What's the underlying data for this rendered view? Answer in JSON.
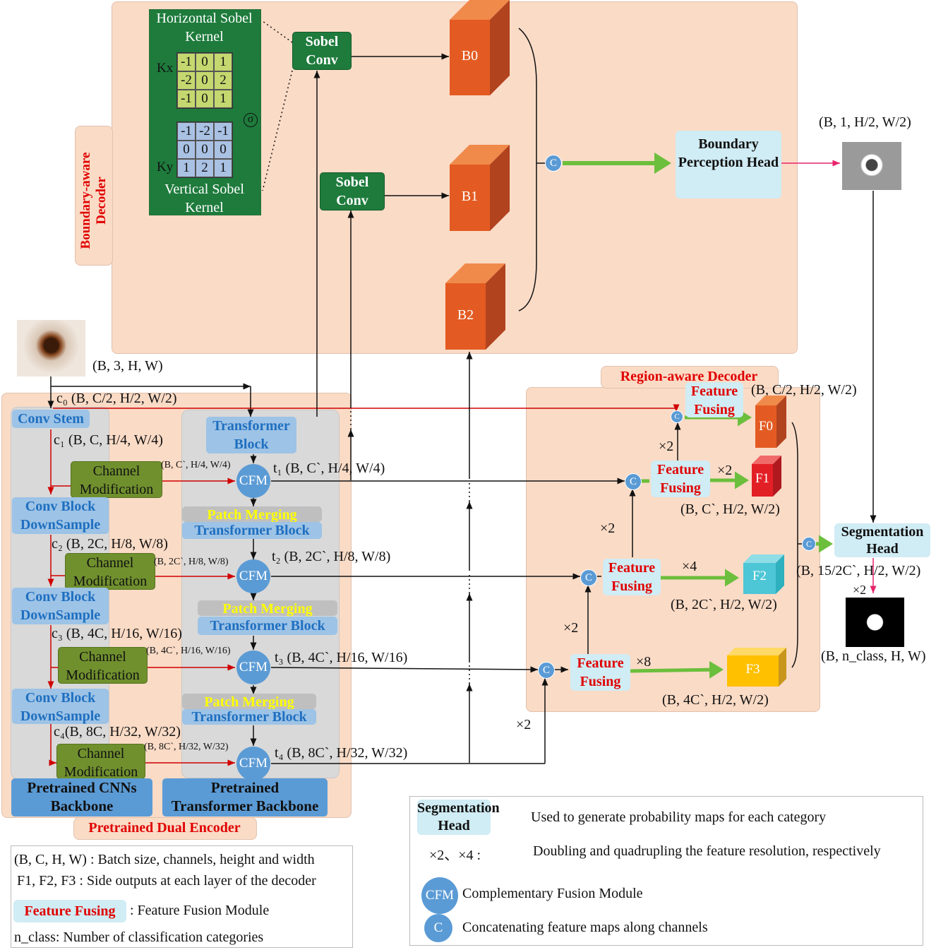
{
  "boundary_decoder": {
    "title": "Boundary-aware Decoder",
    "horizontal_kernel_title": "Horizontal Sobel Kernel",
    "vertical_kernel_title": "Vertical Sobel Kernel",
    "kx_label": "Kx",
    "ky_label": "Ky",
    "sigma_label": "σ",
    "kx_values": [
      "-1",
      "0",
      "1",
      "-2",
      "0",
      "2",
      "-1",
      "0",
      "1"
    ],
    "ky_values": [
      "-1",
      "-2",
      "-1",
      "0",
      "0",
      "0",
      "1",
      "2",
      "1"
    ],
    "sobel_conv_1": "Sobel Conv",
    "sobel_conv_2": "Sobel Conv",
    "b0": "B0",
    "b1": "B1",
    "b2": "B2",
    "concat": "C",
    "head": "Boundary Perception Head",
    "output_shape": "(B, 1, H/2, W/2)"
  },
  "input": {
    "shape": "(B, 3, H, W)"
  },
  "encoder": {
    "title": "Pretrained Dual Encoder",
    "c0": "c₀ (B, C/2, H/2, W/2)",
    "c1": "c₁ (B, C, H/4, W/4)",
    "c2": "c₂ (B, 2C, H/8, W/8)",
    "c3": "c₃ (B, 4C, H/16, W/16)",
    "c4": "c₄(B, 8C, H/32, W/32)",
    "conv_stem": "Conv Stem",
    "conv_block": "Conv Block",
    "downsample": "DownSample",
    "channel_mod_1": "Channel",
    "channel_mod_2": "Modification",
    "cm_shapes": [
      "(B, C`, H/4, W/4)",
      "(B, 2C`, H/8, W/8)",
      "(B, 4C`, H/16, W/16)",
      "(B, 8C`, H/32, W/32)"
    ],
    "t_shapes": [
      "t₁ (B, C`, H/4, W/4)",
      "t₂ (B, 2C`, H/8, W/8)",
      "t₃ (B, 4C`, H/16, W/16)",
      "t₄ (B, 8C`, H/32, W/32)"
    ],
    "cfm": "CFM",
    "transformer_block_1": "Transformer",
    "transformer_block_2": "Block",
    "transformer_block": "Transformer Block",
    "patch_merging": "Patch Merging",
    "cnn_backbone_1": "Pretrained CNNs",
    "cnn_backbone_2": "Backbone",
    "tr_backbone_1": "Pretrained",
    "tr_backbone_2": "Transformer Backbone"
  },
  "region_decoder": {
    "title": "Region-aware Decoder",
    "ff_1": "Feature",
    "ff_2": "Fusing",
    "f0": "F0",
    "f1": "F1",
    "f2": "F2",
    "f3": "F3",
    "f0_shape": "(B, C/2, H/2, W/2)",
    "f1_shape": "(B, C`, H/2, W/2)",
    "f2_shape": "(B, 2C`, H/2, W/2)",
    "f3_shape": "(B, 4C`, H/2, W/2)",
    "x2": "×2",
    "x4": "×4",
    "x8": "×8"
  },
  "seg_head": {
    "label_1": "Segmentation",
    "label_2": "Head",
    "in_shape": "(B, 15/2C`, H/2, W/2)",
    "upsample": "×2",
    "out_shape": "(B, n_class, H, W)"
  },
  "legend_left": {
    "row1_key": "(B, C, H, W) :",
    "row1_val": "Batch size, channels, height and width",
    "row2_key": "F1, F2, F3 :",
    "row2_val": "Side outputs at each layer of the decoder",
    "row3_key": "Feature Fusing",
    "row3_val": ": Feature Fusion Module",
    "row4": "n_class: Number of classification categories"
  },
  "legend_right": {
    "seg_head_1": "Segmentation",
    "seg_head_2": "Head",
    "seg_head_desc": "Used to generate probability maps for each category",
    "scale_key": "×2、×4 :",
    "scale_desc": "Doubling and quadrupling the feature resolution, respectively",
    "cfm_key": "CFM",
    "cfm_desc": "Complementary Fusion Module",
    "c_key": "C",
    "c_desc": "Concatenating feature maps along channels"
  },
  "colors": {
    "panel": "#fadbc6",
    "red_label": "#e00000",
    "blue_node": "#5b9bd5",
    "green_arrow": "#6cbf3c",
    "sobel_green": "#1e7b3c",
    "b_cube": "#e35b22",
    "f1_cube": "#e31f26",
    "f2_cube": "#4dc6d6",
    "f3_cube": "#ffc000"
  }
}
